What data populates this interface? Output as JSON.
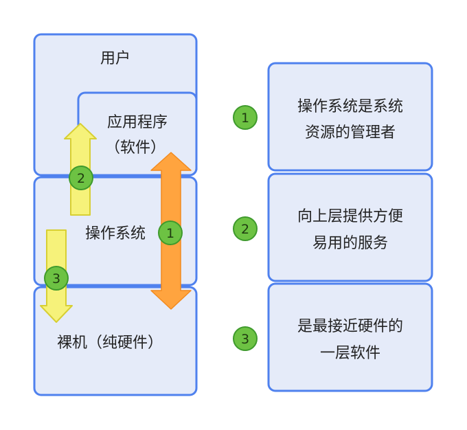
{
  "layers": {
    "user": "用户",
    "app_line1": "应用程序",
    "app_line2": "（软件）",
    "os": "操作系统",
    "hardware": "裸机（纯硬件）"
  },
  "markers": {
    "m1": "1",
    "m2": "2",
    "m3": "3"
  },
  "points": [
    {
      "num": "1",
      "line1": "操作系统是系统",
      "line2": "资源的管理者"
    },
    {
      "num": "2",
      "line1": "向上层提供方便",
      "line2": "易用的服务"
    },
    {
      "num": "3",
      "line1": "是最接近硬件的",
      "line2": "一层软件"
    }
  ],
  "colors": {
    "box_fill": "#E5EBF9",
    "box_stroke": "#4F81EE",
    "marker_fill": "#6DC243",
    "marker_stroke": "#3E9A2C",
    "yellow_arrow": "#F6F27A",
    "yellow_arrow_stroke": "#D7CF33",
    "orange_arrow": "#FFA43F"
  }
}
